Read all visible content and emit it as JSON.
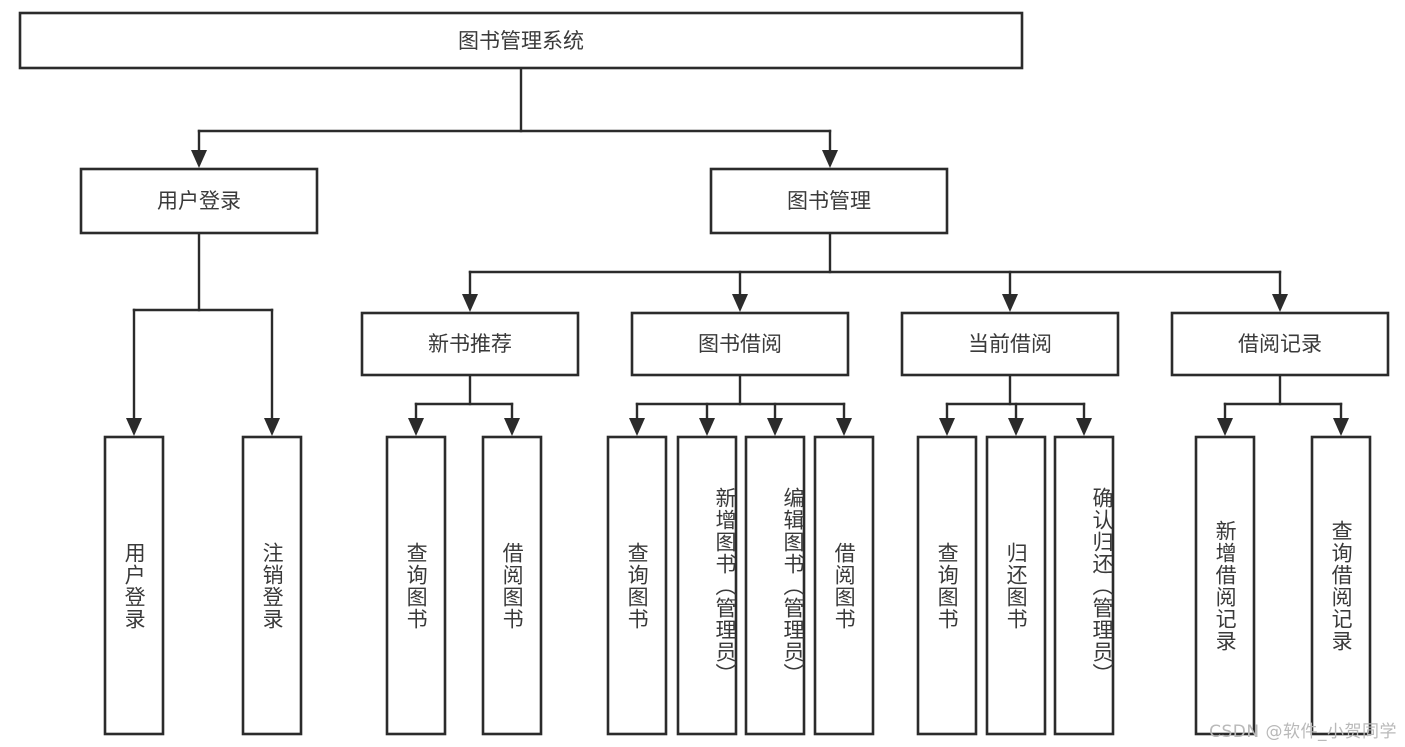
{
  "diagram": {
    "title": "图书管理系统",
    "type": "hierarchy-tree",
    "watermark": "CSDN @软件_小贺同学",
    "colors": {
      "stroke": "#2b2b2b",
      "text": "#3a3a3a",
      "background": "#ffffff",
      "watermark": "#b9b9b9"
    },
    "levels": {
      "root": {
        "label": "图书管理系统"
      },
      "level2": [
        {
          "label": "用户登录"
        },
        {
          "label": "图书管理"
        }
      ],
      "level3": [
        {
          "label": "新书推荐"
        },
        {
          "label": "图书借阅"
        },
        {
          "label": "当前借阅"
        },
        {
          "label": "借阅记录"
        }
      ],
      "leaves": {
        "user_login": [
          {
            "label": "用户登录"
          },
          {
            "label": "注销登录"
          }
        ],
        "new_book_recommend": [
          {
            "label": "查询图书"
          },
          {
            "label": "借阅图书"
          }
        ],
        "book_borrow": [
          {
            "label": "查询图书"
          },
          {
            "label": "新增图书（管理员）"
          },
          {
            "label": "编辑图书（管理员）"
          },
          {
            "label": "借阅图书"
          }
        ],
        "current_borrow": [
          {
            "label": "查询图书"
          },
          {
            "label": "归还图书"
          },
          {
            "label": "确认归还（管理员）"
          }
        ],
        "borrow_record": [
          {
            "label": "新增借阅记录"
          },
          {
            "label": "查询借阅记录"
          }
        ]
      }
    }
  }
}
